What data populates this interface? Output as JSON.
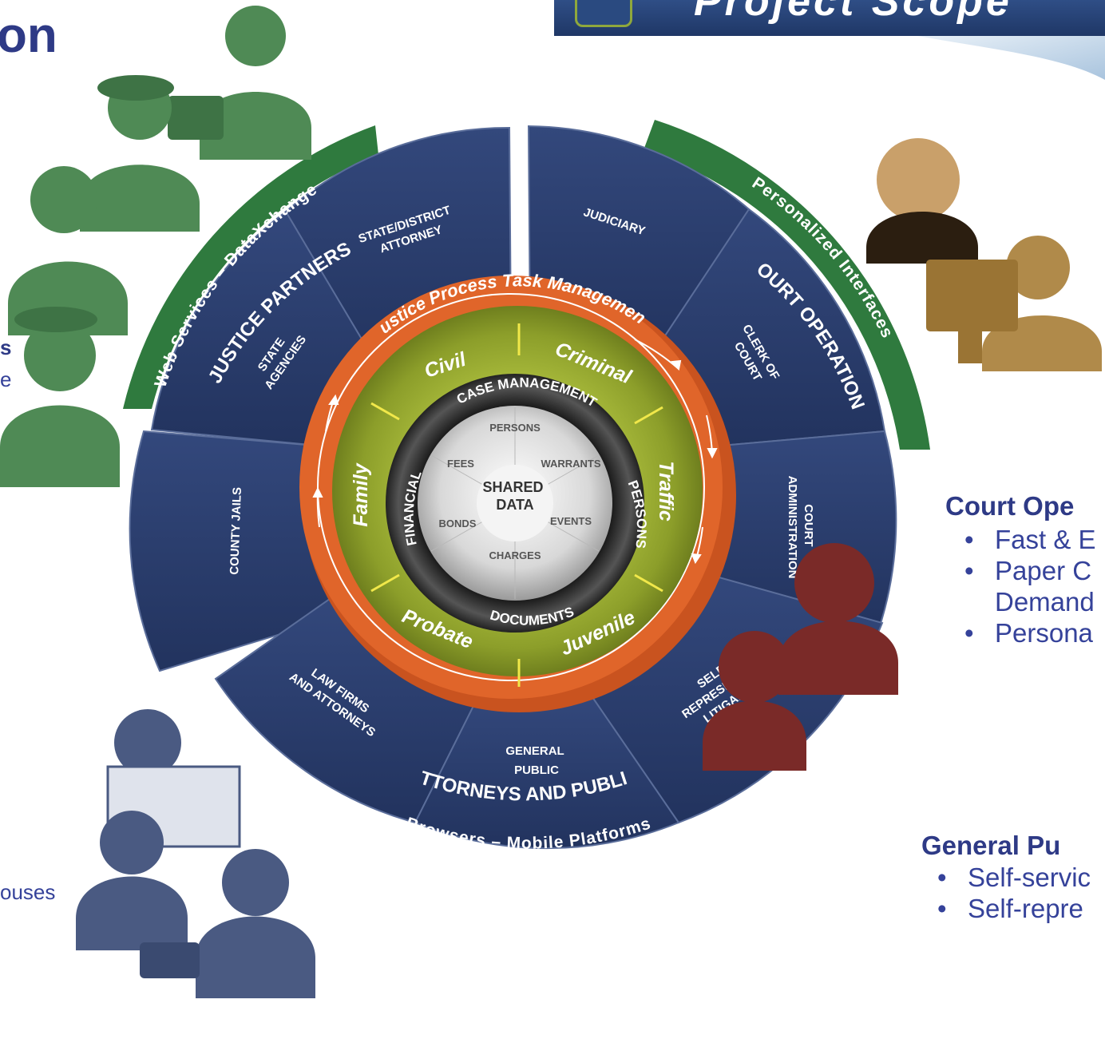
{
  "header": {
    "title_fragment": "on",
    "banner_title_fragment": "Project Scope"
  },
  "clipped_text": {
    "left_heading_fragment": "s",
    "left_line_1_fragment": "e",
    "left_line_2_fragment": "e",
    "left_bottom_fragment": "ouses"
  },
  "court_operations_panel": {
    "title": "Court Ope",
    "bullets": [
      {
        "line1": "Fast & E",
        "line2": ""
      },
      {
        "line1": "Paper C",
        "line2": "Demand"
      },
      {
        "line1": "Persona",
        "line2": ""
      }
    ]
  },
  "general_public_panel": {
    "title": "General Pu",
    "bullets": [
      {
        "line1": "Self-servic",
        "line2": ""
      },
      {
        "line1": "Self-repre",
        "line2": ""
      }
    ]
  },
  "wheel": {
    "outer_arcs": {
      "web_services": "Web Services – DataXchange",
      "personalized": "Personalized Interfaces",
      "browsers": "Browsers – Mobile Platforms"
    },
    "groups": {
      "justice_partners": "JUSTICE PARTNERS",
      "court_operations": "COURT OPERATIONS",
      "attorneys_public": "ATTORNEYS AND PUBLIC"
    },
    "segments": {
      "state_district_attorney_1": "STATE/DISTRICT",
      "state_district_attorney_2": "ATTORNEY",
      "state_agencies_1": "STATE",
      "state_agencies_2": "AGENCIES",
      "county_jails": "COUNTY JAILS",
      "judiciary": "JUDICIARY",
      "clerk_of_court_1": "CLERK OF",
      "clerk_of_court_2": "COURT",
      "court_administration_1": "COURT",
      "court_administration_2": "ADMINISTRATION",
      "law_firms_1": "LAW FIRMS",
      "law_firms_2": "AND ATTORNEYS",
      "general_public_1": "GENERAL",
      "general_public_2": "PUBLIC",
      "self_represented_1": "SELF",
      "self_represented_2": "REPRESENTED",
      "self_represented_3": "LITIGANTS"
    },
    "task_ring": "Justice Process Task Management",
    "case_types": {
      "civil": "Civil",
      "criminal": "Criminal",
      "traffic": "Traffic",
      "juvenile": "Juvenile",
      "probate": "Probate",
      "family": "Family"
    },
    "dark_ring": {
      "case_management": "CASE MANAGEMENT",
      "persons": "PERSONS",
      "documents": "DOCUMENTS",
      "financial": "FINANCIAL"
    },
    "core": {
      "shared_1": "SHARED",
      "shared_2": "DATA",
      "persons": "PERSONS",
      "warrants": "WARRANTS",
      "events": "EVENTS",
      "charges": "CHARGES",
      "bonds": "BONDS",
      "fees": "FEES"
    }
  },
  "colors": {
    "navy_segment": "#2a3d6e",
    "green_band": "#2f7a3e",
    "orange_ring": "#e0652a",
    "olive_ring": "#8fa12f",
    "title_blue": "#2e3a86",
    "justice_figures": "#4f8a55",
    "judge_figures": "#b08a4a",
    "public_figures": "#7a2a28",
    "media_figures": "#4a5a82"
  },
  "icons": {
    "justice_partners_figures": "police-officers-icon",
    "court_figures": "judge-and-clerk-icon",
    "public_figures": "general-public-icon",
    "media_figures": "reporters-icon"
  }
}
